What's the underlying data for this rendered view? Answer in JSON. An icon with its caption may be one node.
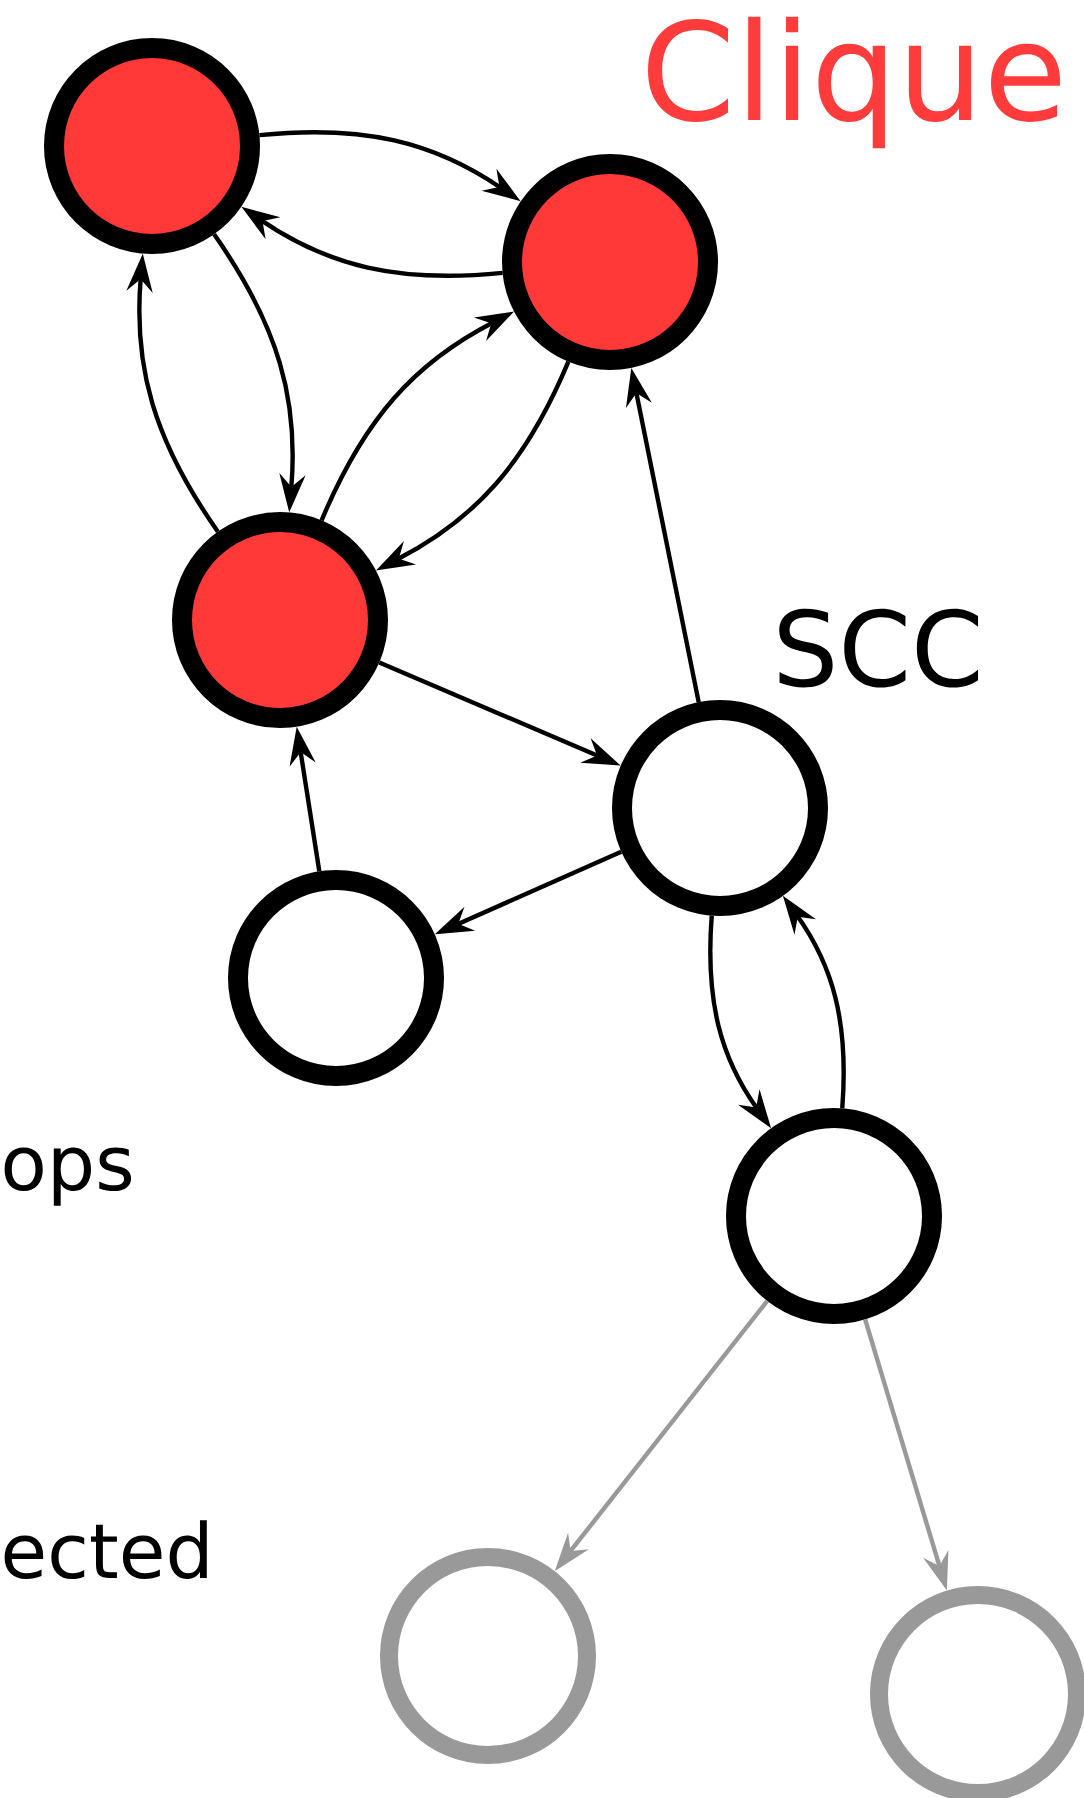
{
  "diagram": {
    "nodes": [
      {
        "text": [],
        "shape": "circle"
      },
      {
        "text": [],
        "shape": "circle"
      },
      {
        "text": [],
        "shape": "circle"
      },
      {
        "text": [],
        "shape": "circle"
      },
      {
        "text": [],
        "shape": "circle"
      },
      {
        "text": [],
        "shape": "circle"
      },
      {
        "text": [],
        "shape": "circle"
      },
      {
        "text": [],
        "shape": "circle"
      }
    ],
    "edges": [
      {
        "from": 0,
        "to": 1,
        "arrow": "to"
      },
      {
        "from": 1,
        "to": 0,
        "arrow": "to"
      },
      {
        "from": 0,
        "to": 2,
        "arrow": "to"
      },
      {
        "from": 2,
        "to": 0,
        "arrow": "to"
      },
      {
        "from": 2,
        "to": 1,
        "arrow": "to"
      },
      {
        "from": 1,
        "to": 2,
        "arrow": "to"
      },
      {
        "from": 2,
        "to": 3,
        "arrow": "to"
      },
      {
        "from": 3,
        "to": 1,
        "arrow": "to"
      },
      {
        "from": 3,
        "to": 4,
        "arrow": "to"
      },
      {
        "from": 4,
        "to": 2,
        "arrow": "to"
      },
      {
        "from": 3,
        "to": 5,
        "arrow": "to"
      },
      {
        "from": 5,
        "to": 3,
        "arrow": "to"
      },
      {
        "from": 5,
        "to": 6,
        "arrow": "to",
        "color": "#999999"
      },
      {
        "from": 5,
        "to": 7,
        "arrow": "to",
        "color": "#999999"
      }
    ],
    "labels": [
      "Clique",
      "SCC",
      "ops",
      "ected"
    ]
  }
}
